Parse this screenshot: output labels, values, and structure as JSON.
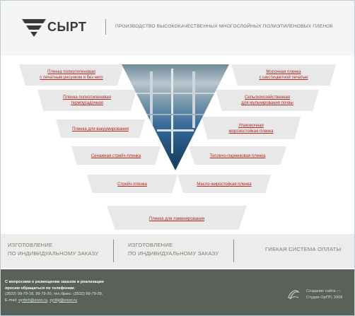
{
  "header": {
    "brand": "СЫРТ",
    "tagline": "ПРОИЗВОДСТВО ВЫСОКОКАЧЕСТВЕННЫХ МНОГОСЛОЙНЫХ ПОЛИЭТИЛЕНОВЫХ ПЛЕНОК"
  },
  "products": {
    "left": [
      [
        "Пленка полиэтиленовая",
        "с печатным рисунком и без него"
      ],
      [
        "Пленка полиэтиленовая",
        "термоусадочная"
      ],
      [
        "Пленка для вакуумирования"
      ],
      [
        "Сенажная стрейч-пленка"
      ],
      [
        "Стрейч-пленка"
      ]
    ],
    "right": [
      [
        "Молочная пленка",
        "с шестицветной печатью"
      ],
      [
        "Сельскохозяйственная",
        "для мульчирования почвы"
      ],
      [
        "Упаковочная",
        "морозостойкая пленка"
      ],
      [
        "Тепличо-парниковая пленка"
      ],
      [
        "Масло-жиростойкая пленка"
      ]
    ],
    "bottom": [
      "Пленка для ламинирования"
    ]
  },
  "banners": [
    [
      "ИЗГОТОВЛЕНИЕ",
      "ПО ИНДИВИДУАЛЬНОМУ ЗАКАЗУ"
    ],
    [
      "ИЗГОТОВЛЕНИЕ",
      "ПО ИНДИВИДУАЛЬНОМУ ЗАКАЗУ"
    ],
    [
      "ГИБКАЯ СИСТЕМА ОПЛАТЫ"
    ]
  ],
  "footer": {
    "line1": "С вопросами о размещении заказов и реализации",
    "line2": "просим обращаться по телефонам:",
    "line3": "(3532) 99-79-18, 99-79-20,  тел./факс: (3532) 99-79-39.",
    "email_label": "E-mail:",
    "email1": "syrtteh@esoo.ru",
    "email2": "syrtlip@esoo.ru",
    "studio_line1": "Создание сайта —",
    "studio_line2": "Студия ОрПП, 2008"
  },
  "colors": {
    "link_red": "#b3261e",
    "band_gray": "#e8e8e8",
    "footer_bg": "#5a6159"
  }
}
